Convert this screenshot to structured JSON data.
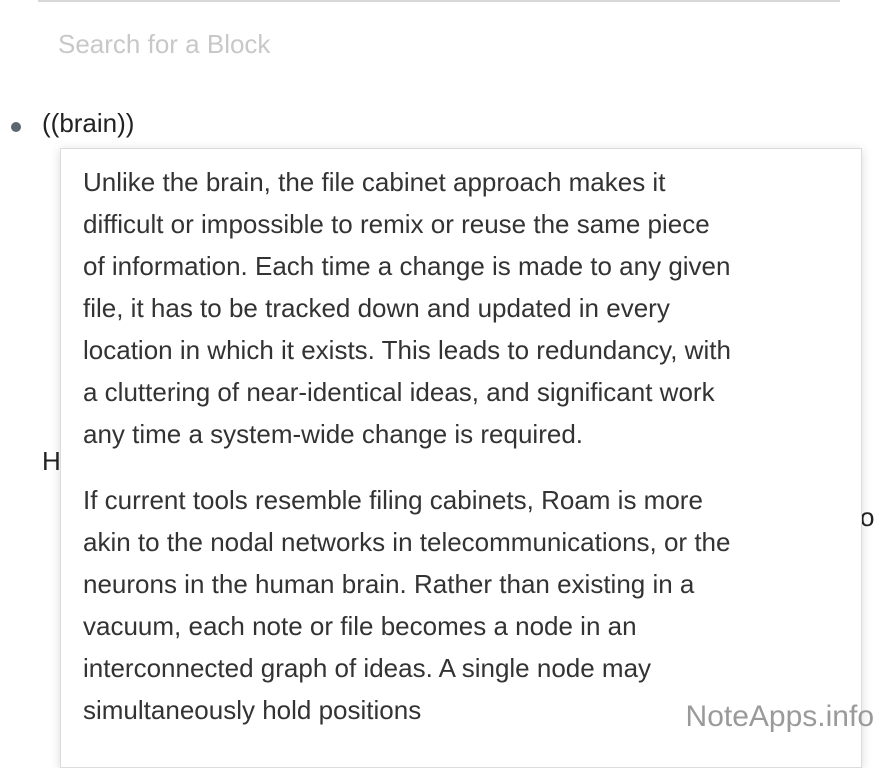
{
  "search": {
    "placeholder": "Search for a Block"
  },
  "block": {
    "reference": "((brain))"
  },
  "background_fragments": {
    "left": "H",
    "right": "o"
  },
  "popup": {
    "paragraphs": [
      [
        "Unlike the brain, the file cabinet approach makes it",
        "difficult or impossible to remix or reuse the same piece",
        "of information. Each time a change is made to any given",
        "file, it has to be tracked down and updated in every",
        "location in which it exists. This leads to redundancy, with",
        "a cluttering of near-identical ideas, and significant work",
        "any time a system-wide change is required."
      ],
      [
        "If current tools resemble filing cabinets, Roam is more",
        "akin to the nodal networks in telecommunications, or the",
        "neurons in the human brain. Rather than existing in a",
        "vacuum, each note or file becomes a node in an",
        "interconnected graph of ideas. A single node may",
        "simultaneously hold positions"
      ]
    ]
  },
  "watermark": "NoteApps.info"
}
